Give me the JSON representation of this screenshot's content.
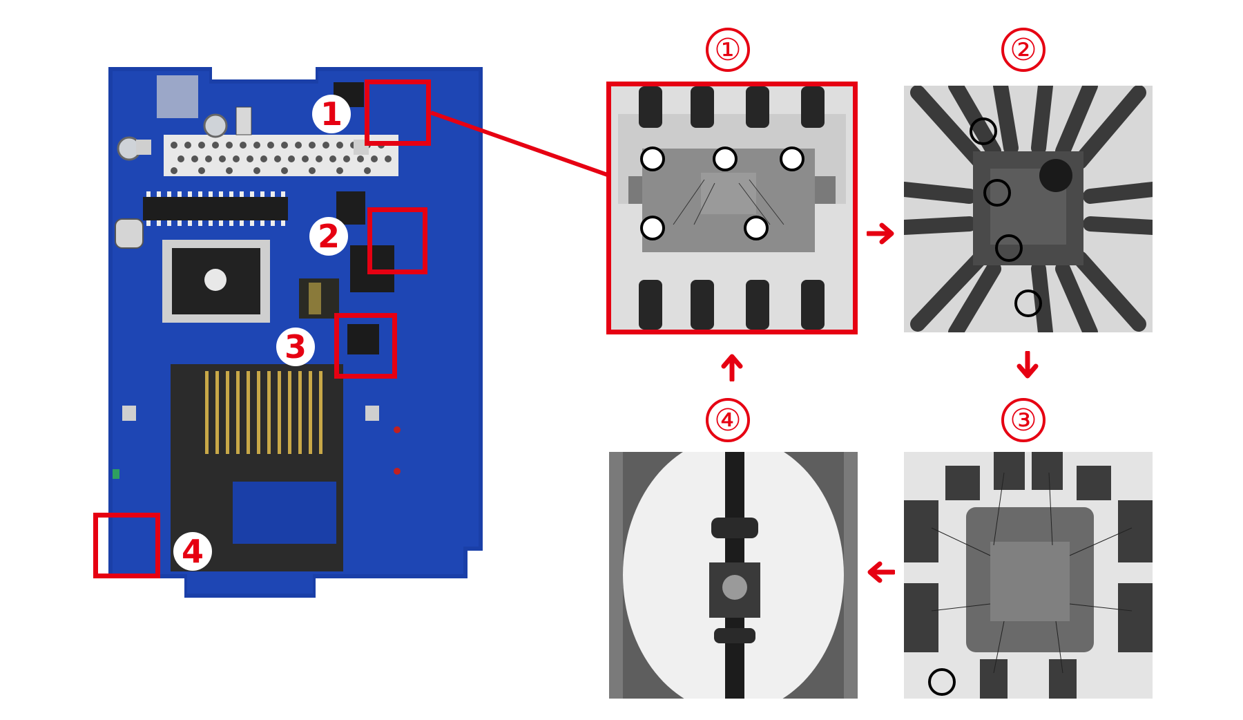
{
  "colors": {
    "accent": "#e60012",
    "board_blue": "#1a3fa8",
    "xray_dark": "#1e1e1e",
    "xray_light": "#dcdcdc"
  },
  "board_badges": [
    "1",
    "2",
    "3",
    "4"
  ],
  "panels": [
    {
      "label": "①",
      "marker": "1"
    },
    {
      "label": "②",
      "marker": "2"
    },
    {
      "label": "③",
      "marker": "3"
    },
    {
      "label": "④",
      "marker": "4"
    }
  ],
  "icons": {
    "arrow_right": "arrow-right-icon",
    "arrow_down": "arrow-down-icon",
    "arrow_left": "arrow-left-icon",
    "arrow_up": "arrow-up-icon"
  }
}
